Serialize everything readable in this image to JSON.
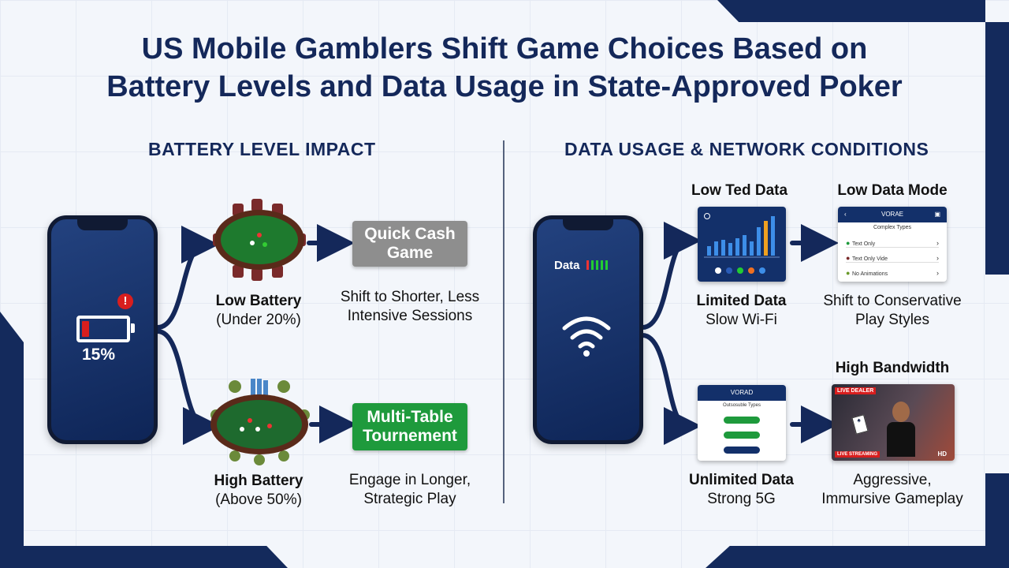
{
  "title_line1": "US Mobile Gamblers Shift Game Choices Based on",
  "title_line2": "Battery Levels and Data Usage in State-Approved Poker",
  "battery": {
    "section_title": "BATTERY LEVEL IMPACT",
    "percent": "15%",
    "low_title": "Low Battery",
    "low_sub": "(Under 20%)",
    "low_game": "Quick Cash Game",
    "low_effect_1": "Shift to Shorter, Less",
    "low_effect_2": "Intensive Sessions",
    "high_title": "High Battery",
    "high_sub": "(Above 50%)",
    "high_game_1": "Multi-Table",
    "high_game_2": "Tournement",
    "high_effect_1": "Engage in Longer,",
    "high_effect_2": "Strategic Play"
  },
  "data": {
    "section_title": "DATA USAGE & NETWORK CONDITIONS",
    "phone_label": "Data",
    "low_ted_title": "Low Ted Data",
    "low_mode_title": "Low Data Mode",
    "limited_title": "Limited Data",
    "limited_sub": "Slow Wi-Fi",
    "limited_effect_1": "Shift to Conservative",
    "limited_effect_2": "Play Styles",
    "mode_header": "VORAE",
    "mode_sub": "Complex Types",
    "mode_items": [
      "Text Only",
      "Text Only Vide",
      "No Animations"
    ],
    "high_bw_title": "High Bandwidth",
    "unlimited_title": "Unlimited Data",
    "unlimited_sub": "Strong 5G",
    "unl_header": "VORAD",
    "unl_sub": "Outsosuble Types",
    "live_tag": "LIVE DEALER",
    "live_bottom": "LIVE STREAMING",
    "hd": "HD",
    "high_effect_1": "Aggressive,",
    "high_effect_2": "Immursive Gameplay"
  },
  "colors": {
    "navy": "#14285a",
    "gray_button": "#8e8e8e",
    "green_button": "#1e9a3c",
    "red_battery": "#d81e1e"
  }
}
